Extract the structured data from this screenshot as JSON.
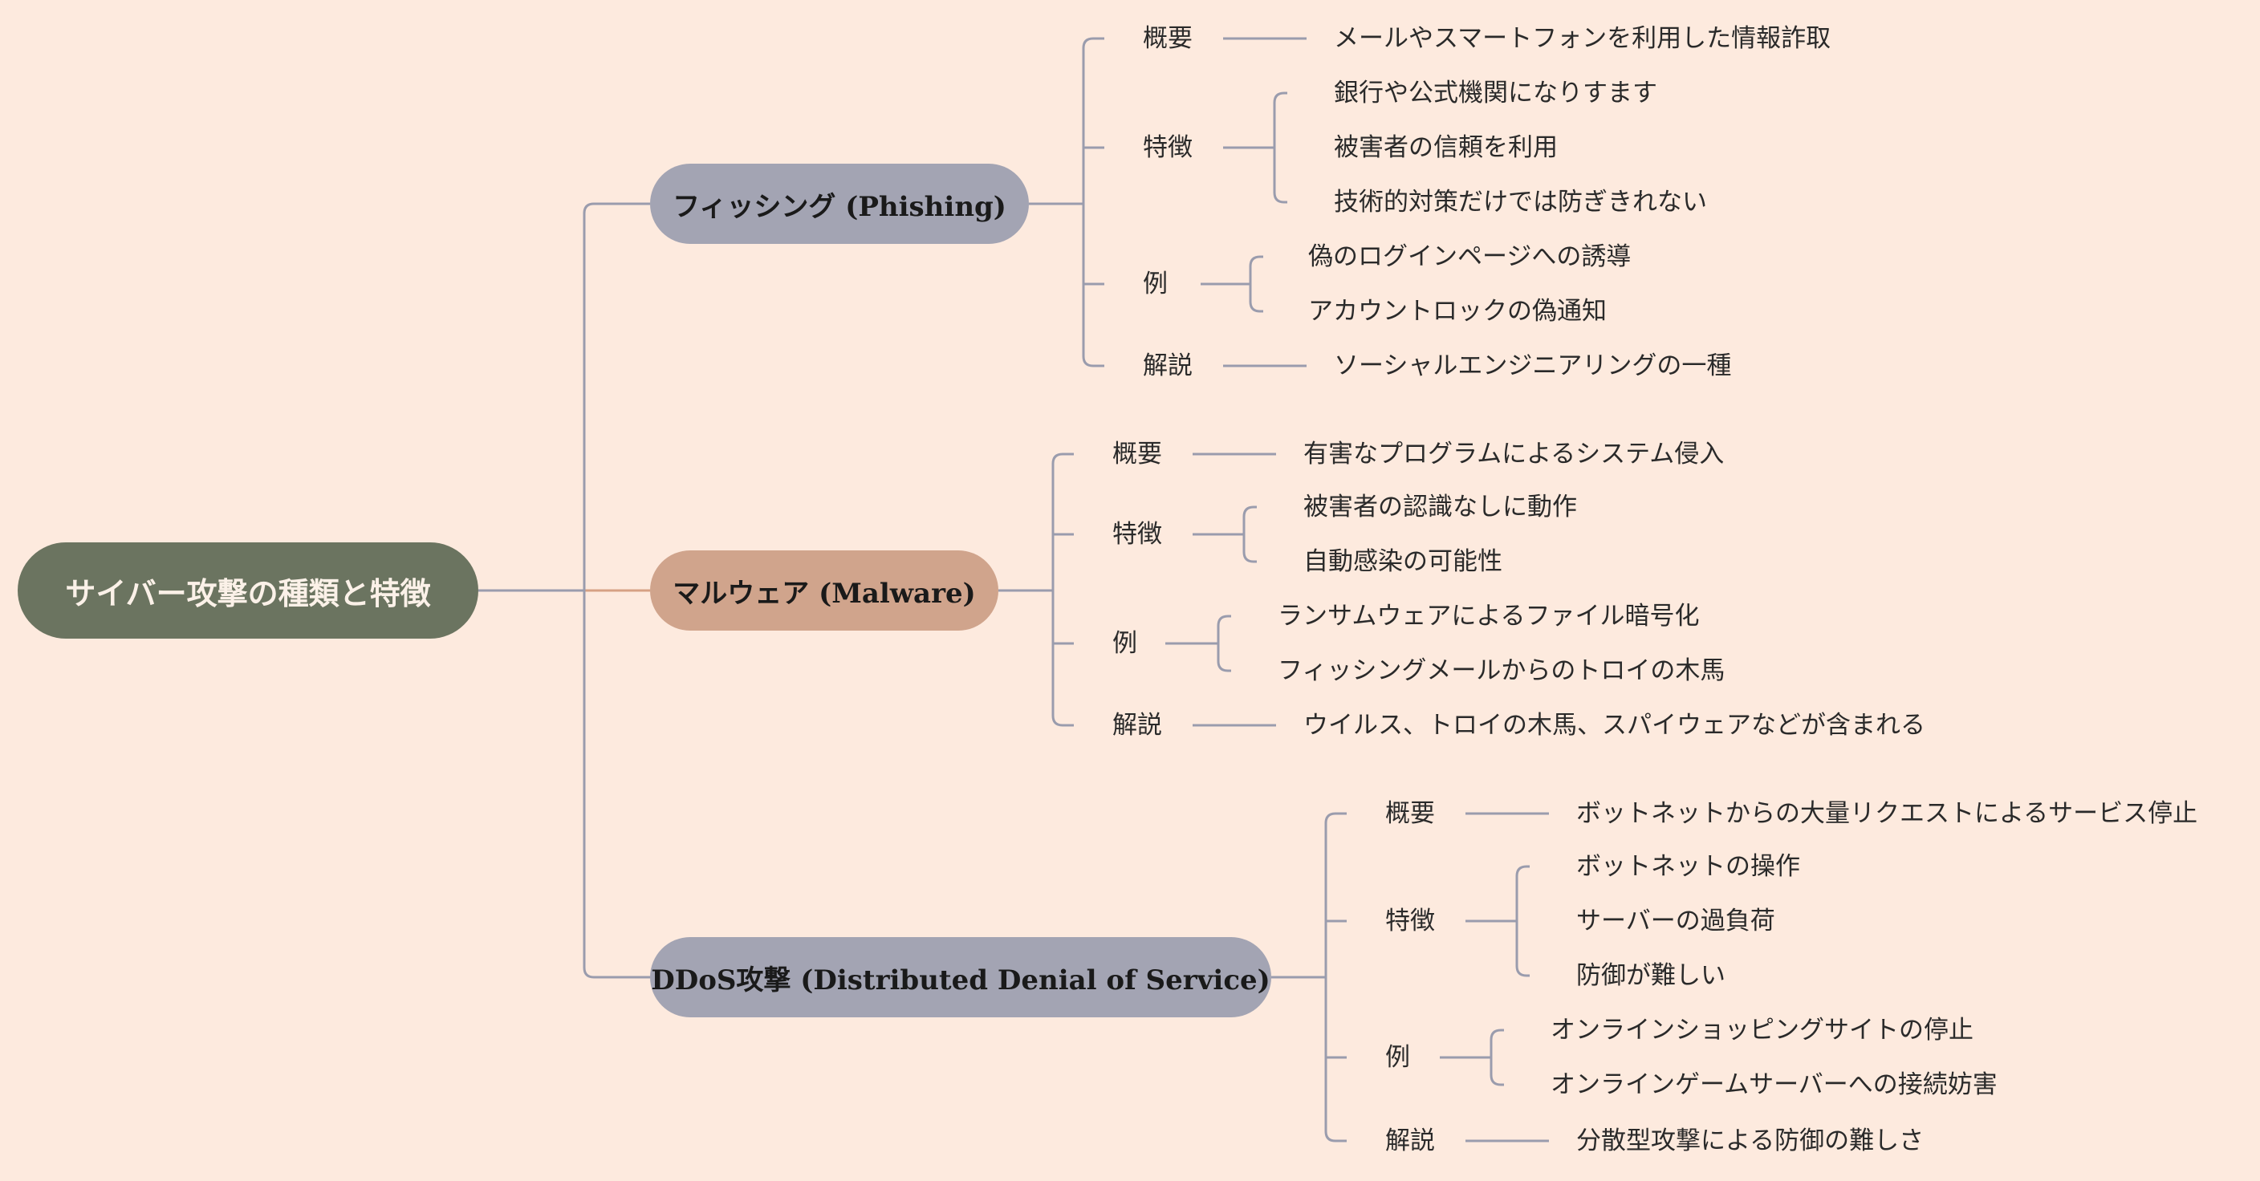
{
  "root": "サイバー攻撃の種類と特徴",
  "branches": [
    {
      "title": "フィッシング (Phishing)",
      "overview_label": "概要",
      "overview": "メールやスマートフォンを利用した情報詐取",
      "features_label": "特徴",
      "features": [
        "銀行や公式機関になりすます",
        "被害者の信頼を利用",
        "技術的対策だけでは防ぎきれない"
      ],
      "examples_label": "例",
      "examples": [
        "偽のログインページへの誘導",
        "アカウントロックの偽通知"
      ],
      "notes_label": "解説",
      "notes": "ソーシャルエンジニアリングの一種"
    },
    {
      "title": "マルウェア (Malware)",
      "overview_label": "概要",
      "overview": "有害なプログラムによるシステム侵入",
      "features_label": "特徴",
      "features": [
        "被害者の認識なしに動作",
        "自動感染の可能性"
      ],
      "examples_label": "例",
      "examples": [
        "ランサムウェアによるファイル暗号化",
        "フィッシングメールからのトロイの木馬"
      ],
      "notes_label": "解説",
      "notes": "ウイルス、トロイの木馬、スパイウェアなどが含まれる"
    },
    {
      "title": "DDoS攻撃 (Distributed Denial of Service)",
      "overview_label": "概要",
      "overview": "ボットネットからの大量リクエストによるサービス停止",
      "features_label": "特徴",
      "features": [
        "ボットネットの操作",
        "サーバーの過負荷",
        "防御が難しい"
      ],
      "examples_label": "例",
      "examples": [
        "オンラインショッピングサイトの停止",
        "オンラインゲームサーバーへの接続妨害"
      ],
      "notes_label": "解説",
      "notes": "分散型攻撃による防御の難しさ"
    }
  ],
  "colors": {
    "background": "#fdeade",
    "root": "#6b7460",
    "phishing": "#a3a4b3",
    "malware": "#d0a48c",
    "ddos": "#a3a4b3",
    "connector": "#9a9cad",
    "malware_connector": "#d6a184"
  }
}
